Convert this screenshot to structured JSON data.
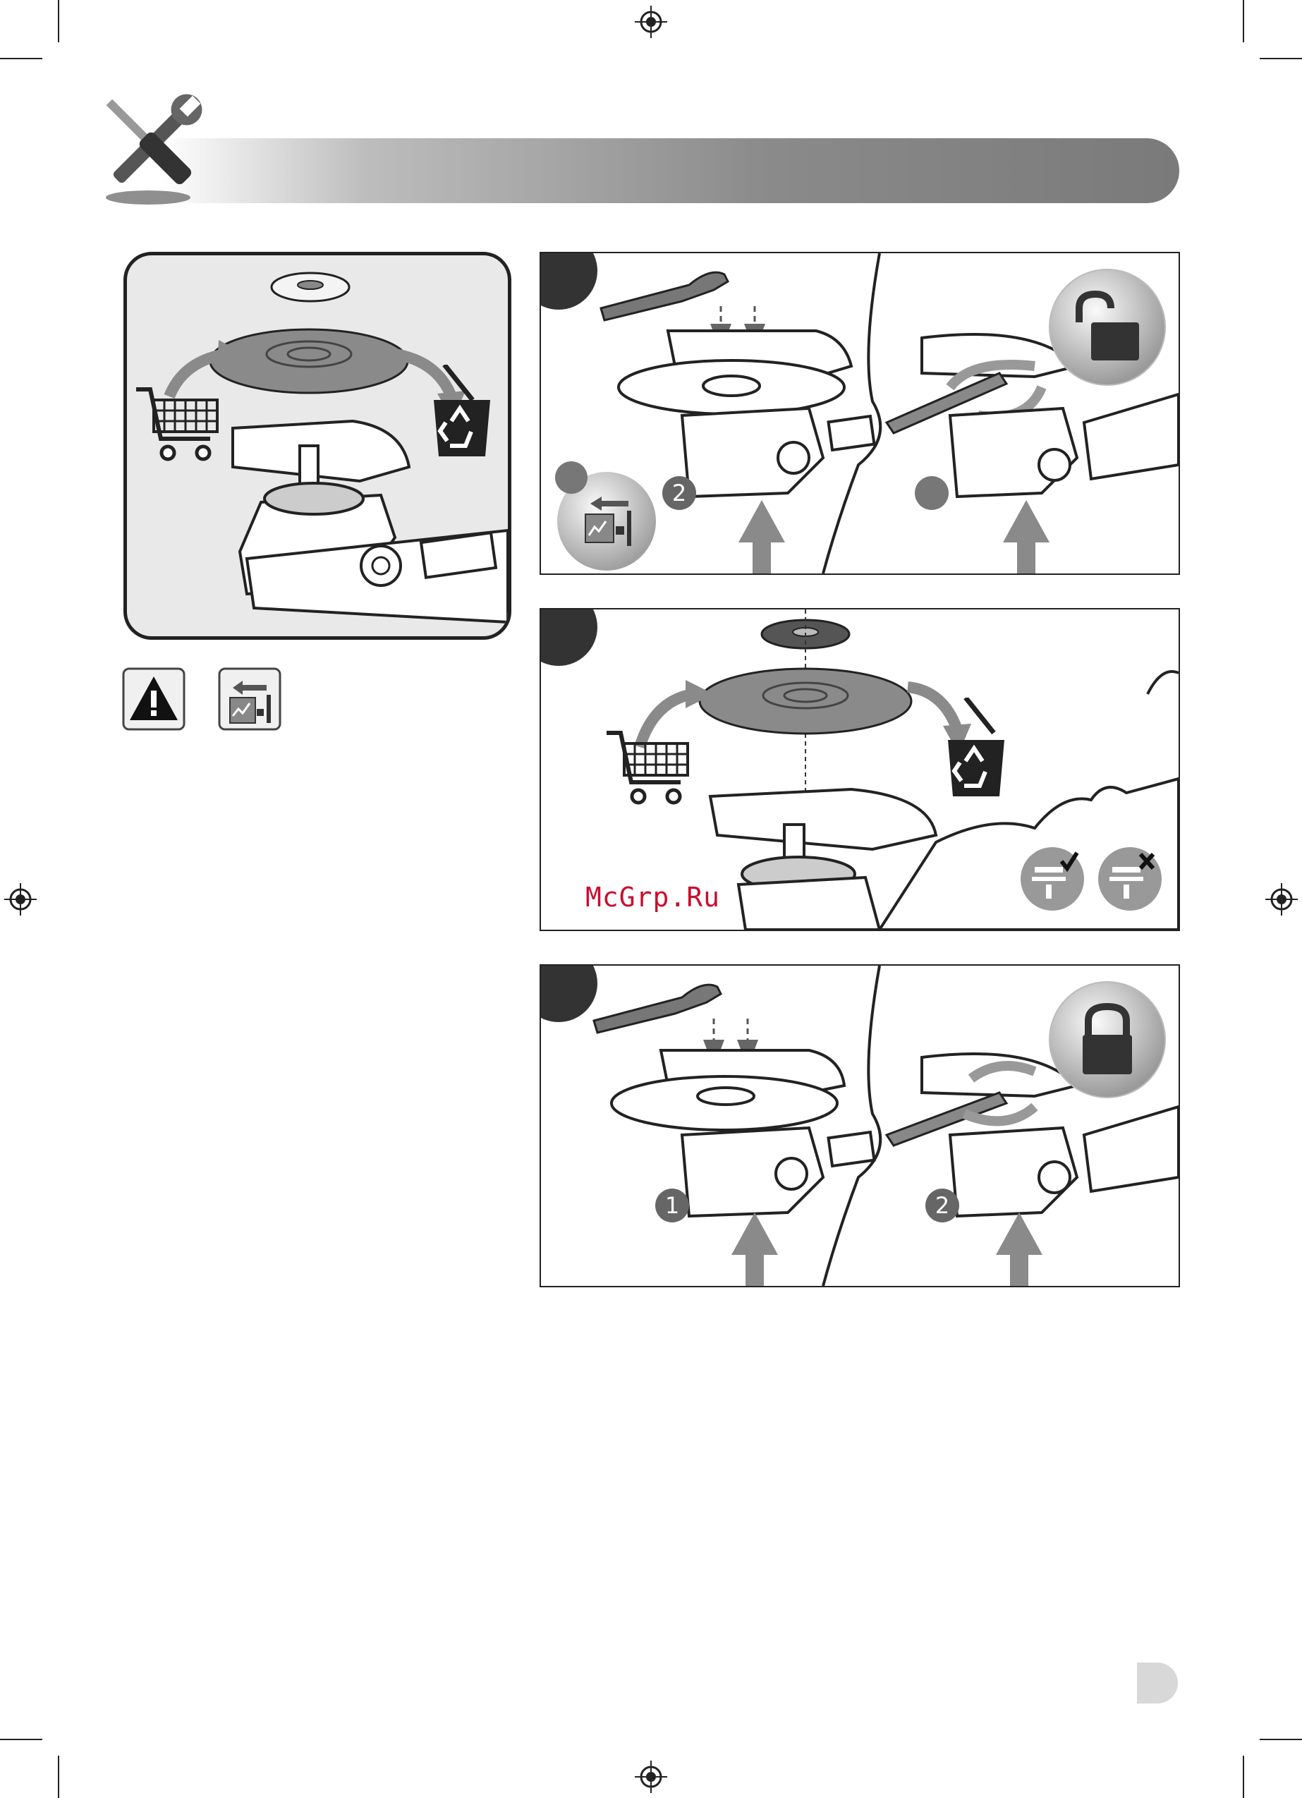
{
  "watermark": {
    "text": "McGrp.Ru"
  },
  "steps": {
    "panel1": {
      "badge_2": "2"
    },
    "panel3": {
      "badge_1": "1",
      "badge_2": "2"
    }
  },
  "icons": {
    "header": "tools-icon",
    "warning": "warning-icon",
    "manual": "manual-icon",
    "cart": "shopping-cart-icon",
    "recycle": "recycle-bin-icon",
    "lock_open": "lock-open-icon",
    "lock_closed": "lock-closed-icon"
  },
  "colors": {
    "header_bar_start": "#ffffff",
    "header_bar_end": "#7a7a7a",
    "panel_border": "#222222",
    "watermark": "#c8102e"
  }
}
